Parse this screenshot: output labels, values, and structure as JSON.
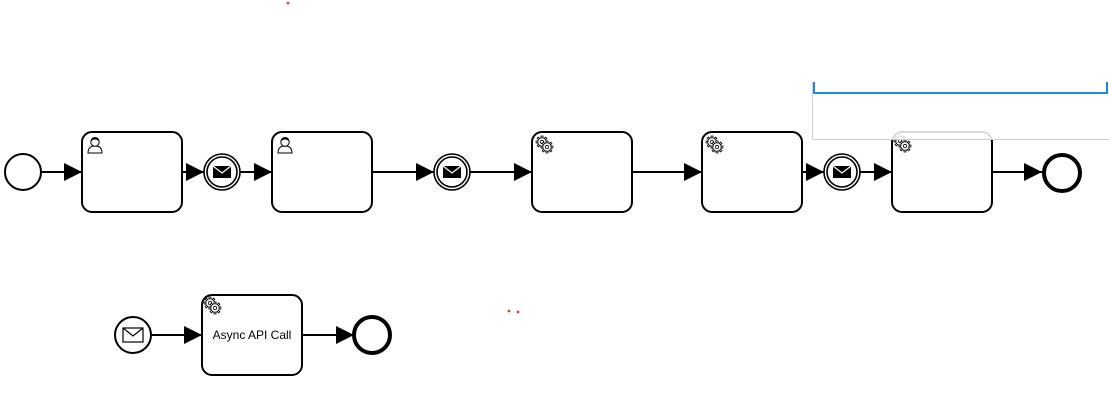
{
  "diagram": {
    "main_flow": {
      "start_event": {
        "type": "none-start"
      },
      "tasks": [
        {
          "type": "user",
          "icon": "user-icon",
          "label": ""
        },
        {
          "type": "user",
          "icon": "user-icon",
          "label": ""
        },
        {
          "type": "service",
          "icon": "gear-icon",
          "label": ""
        },
        {
          "type": "service",
          "icon": "gear-icon",
          "label": ""
        },
        {
          "type": "service",
          "icon": "gear-icon",
          "label": ""
        }
      ],
      "intermediate_events": [
        {
          "type": "message-catch",
          "icon": "envelope-icon"
        },
        {
          "type": "message-catch",
          "icon": "envelope-icon"
        },
        {
          "type": "message-catch",
          "icon": "envelope-icon"
        }
      ],
      "end_event": {
        "type": "none-end"
      }
    },
    "sub_flow": {
      "start_event": {
        "type": "message-start",
        "icon": "envelope-icon"
      },
      "task": {
        "type": "service",
        "icon": "gear-icon",
        "label": "Async API Call"
      },
      "end_event": {
        "type": "none-end"
      }
    },
    "label_editor": {
      "value": ""
    },
    "colors": {
      "stroke": "#000000",
      "editor_border": "#1e88e5",
      "marker": "#e53935"
    }
  }
}
